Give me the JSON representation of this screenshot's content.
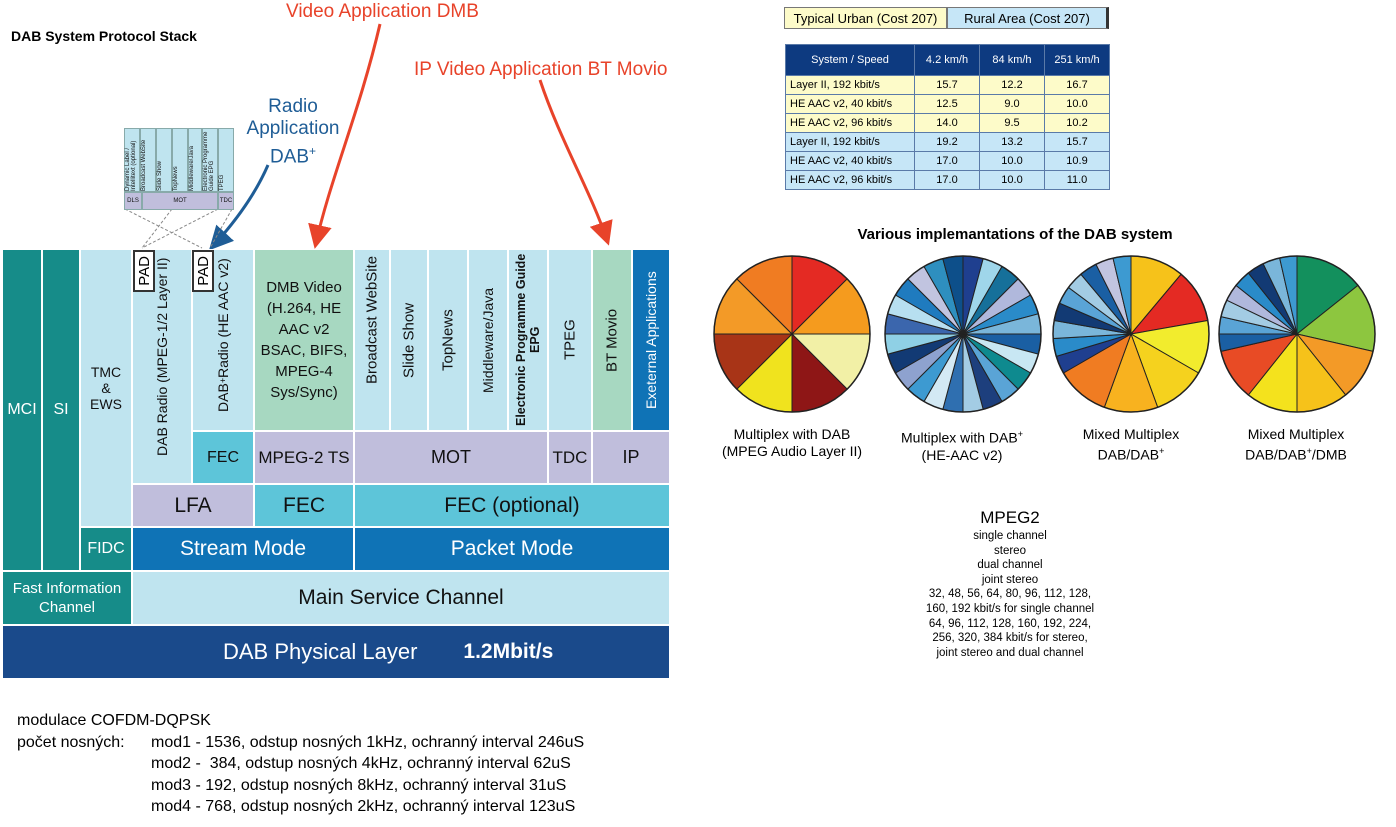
{
  "left": {
    "title": "DAB System Protocol Stack",
    "video_app": "Video Application DMB",
    "ip_video_app": "IP Video Application BT Movio",
    "radio_app": [
      "Radio",
      "Application",
      "DAB"
    ],
    "radio_app_sup": "+"
  },
  "mini_stack": {
    "cols": [
      "Dynamic Label / Intellitext (optional)",
      "Broadcast WebSite",
      "Slide Show",
      "TopNews",
      "Middleware/Java",
      "Electronic Programme Guide EPG",
      "TPEG"
    ],
    "bottom": [
      "DLS",
      "MOT",
      "TDC"
    ]
  },
  "stack": {
    "mci": "MCI",
    "si": "SI",
    "tmc": "TMC & EWS",
    "pad1": "PAD",
    "pad2": "PAD",
    "dab_radio": "DAB Radio (MPEG-1/2 Layer II)",
    "dab_plus_radio_a": "DAB",
    "dab_plus_sup": "+",
    "dab_plus_radio_b": " Radio (HE AAC v2)",
    "fec_small": "FEC",
    "dmb_video": "DMB Video (H.264, HE AAC v2 BSAC, BIFS, MPEG-4 Sys/Sync)",
    "mpeg2ts": "MPEG-2 TS",
    "broadcast_website": "Broadcast WebSite",
    "slide_show": "Slide Show",
    "topnews": "TopNews",
    "middleware": "Middleware/Java",
    "epg": "Electronic Programme Guide EPG",
    "tpeg": "TPEG",
    "bt_movio": "BT Movio",
    "external_apps": "Exeternal Applications",
    "mot": "MOT",
    "tdc": "TDC",
    "ip": "IP",
    "lfa": "LFA",
    "fec": "FEC",
    "fec_optional": "FEC (optional)",
    "fidc": "FIDC",
    "stream_mode": "Stream Mode",
    "packet_mode": "Packet Mode",
    "fic": "Fast Information Channel",
    "msc": "Main Service Channel",
    "phys": "DAB Physical Layer",
    "rate": "1.2Mbit/s"
  },
  "legend": {
    "urban": "Typical Urban (Cost 207)",
    "rural": "Rural Area (Cost 207)"
  },
  "table": {
    "headers": [
      "System / Speed",
      "4.2 km/h",
      "84 km/h",
      "251 km/h"
    ],
    "rows": [
      {
        "group": "urban",
        "cells": [
          "Layer II, 192 kbit/s",
          "15.7",
          "12.2",
          "16.7"
        ]
      },
      {
        "group": "urban",
        "cells": [
          "HE AAC v2, 40 kbit/s",
          "12.5",
          "9.0",
          "10.0"
        ]
      },
      {
        "group": "urban",
        "cells": [
          "HE AAC v2, 96 kbit/s",
          "14.0",
          "9.5",
          "10.2"
        ]
      },
      {
        "group": "rural",
        "cells": [
          "Layer II, 192 kbit/s",
          "19.2",
          "13.2",
          "15.7"
        ]
      },
      {
        "group": "rural",
        "cells": [
          "HE AAC v2, 40 kbit/s",
          "17.0",
          "10.0",
          "10.9"
        ]
      },
      {
        "group": "rural",
        "cells": [
          "HE AAC v2, 96 kbit/s",
          "17.0",
          "10.0",
          "11.0"
        ]
      }
    ]
  },
  "pies": {
    "title": "Various implemantations of the DAB system",
    "items": [
      {
        "label1": "Multiplex with DAB",
        "sup1": "",
        "label2": "(MPEG Audio Layer II)",
        "sup2": "",
        "values": [
          1,
          1,
          1,
          1,
          1,
          1,
          1,
          1
        ],
        "colors": [
          "#e42a23",
          "#f59b1e",
          "#f2f0a6",
          "#8e1616",
          "#f0e31e",
          "#a83417",
          "#f39a27",
          "#f07c22"
        ]
      },
      {
        "label1": "Multiplex with DAB",
        "sup1": "+",
        "label2": "(HE-AAC v2)",
        "sup2": "",
        "values": [
          1,
          1,
          1,
          1,
          1,
          1,
          1,
          1,
          1,
          1,
          1,
          1,
          1,
          1,
          1,
          1,
          1,
          1,
          1,
          1,
          1,
          1,
          1,
          1
        ],
        "colors": [
          "#1f3f8f",
          "#9fd6ea",
          "#16709a",
          "#b0b8dc",
          "#2a8bc9",
          "#7ab6da",
          "#1a5fa3",
          "#c8e7f3",
          "#0e8a8f",
          "#5aa4d6",
          "#1d3f7d",
          "#a3cce4",
          "#2f6fb0",
          "#d3e9f4",
          "#3d9ad1",
          "#8ea2cf",
          "#123a74",
          "#8fd0e5",
          "#3b66ad",
          "#b7dff0",
          "#1f7bbf",
          "#c1c4e0",
          "#2e8fbf",
          "#0d4f8a"
        ]
      },
      {
        "label1": "Mixed Multiplex",
        "sup1": "",
        "label2": "DAB/DAB",
        "sup2": "+",
        "values": [
          3,
          3,
          3,
          3,
          3,
          3,
          1,
          1,
          1,
          1,
          1,
          1,
          1,
          1,
          1
        ],
        "colors": [
          "#f6c21a",
          "#e42a23",
          "#f2ec2d",
          "#f5d21e",
          "#f8b21f",
          "#f07c22",
          "#1f3f8f",
          "#2a8bc9",
          "#7ab6da",
          "#123a74",
          "#5aa4d6",
          "#a3cce4",
          "#1a5fa3",
          "#c1c4e0",
          "#3d9ad1"
        ]
      },
      {
        "label1": "Mixed Multiplex",
        "sup1": "",
        "label2": "DAB/DAB",
        "sup2": "+",
        "label3": "/DMB",
        "values": [
          4,
          4,
          3,
          3,
          3,
          3,
          1,
          1,
          1,
          1,
          1,
          1,
          1,
          1
        ],
        "colors": [
          "#13905d",
          "#8dc63f",
          "#f39a27",
          "#f6c21a",
          "#f4e21d",
          "#e84b25",
          "#1a5fa3",
          "#5aa4d6",
          "#a3cce4",
          "#b0b8dc",
          "#2a8bc9",
          "#123a74",
          "#7ab6da",
          "#3d9ad1"
        ]
      }
    ]
  },
  "mpeg2": {
    "title": "MPEG2",
    "lines": [
      "single channel",
      "stereo",
      "dual channel",
      "joint stereo",
      "32, 48, 56, 64, 80, 96, 112, 128,",
      "160, 192 kbit/s for single channel",
      "64, 96, 112, 128, 160, 192, 224,",
      "256, 320, 384 kbit/s for stereo,",
      "joint stereo and dual channel"
    ]
  },
  "modulation": {
    "line1": "modulace COFDM-DQPSK",
    "label": "počet nosných:",
    "modes": [
      "mod1 - 1536, odstup nosných 1kHz, ochranný interval 246uS",
      "mod2 -  384, odstup nosných 4kHz, ochranný interval 62uS",
      "mod3 - 192, odstup nosných 8kHz, ochranný interval 31uS",
      "mod4 - 768, odstup nosných 2kHz, ochranný interval 123uS"
    ]
  }
}
